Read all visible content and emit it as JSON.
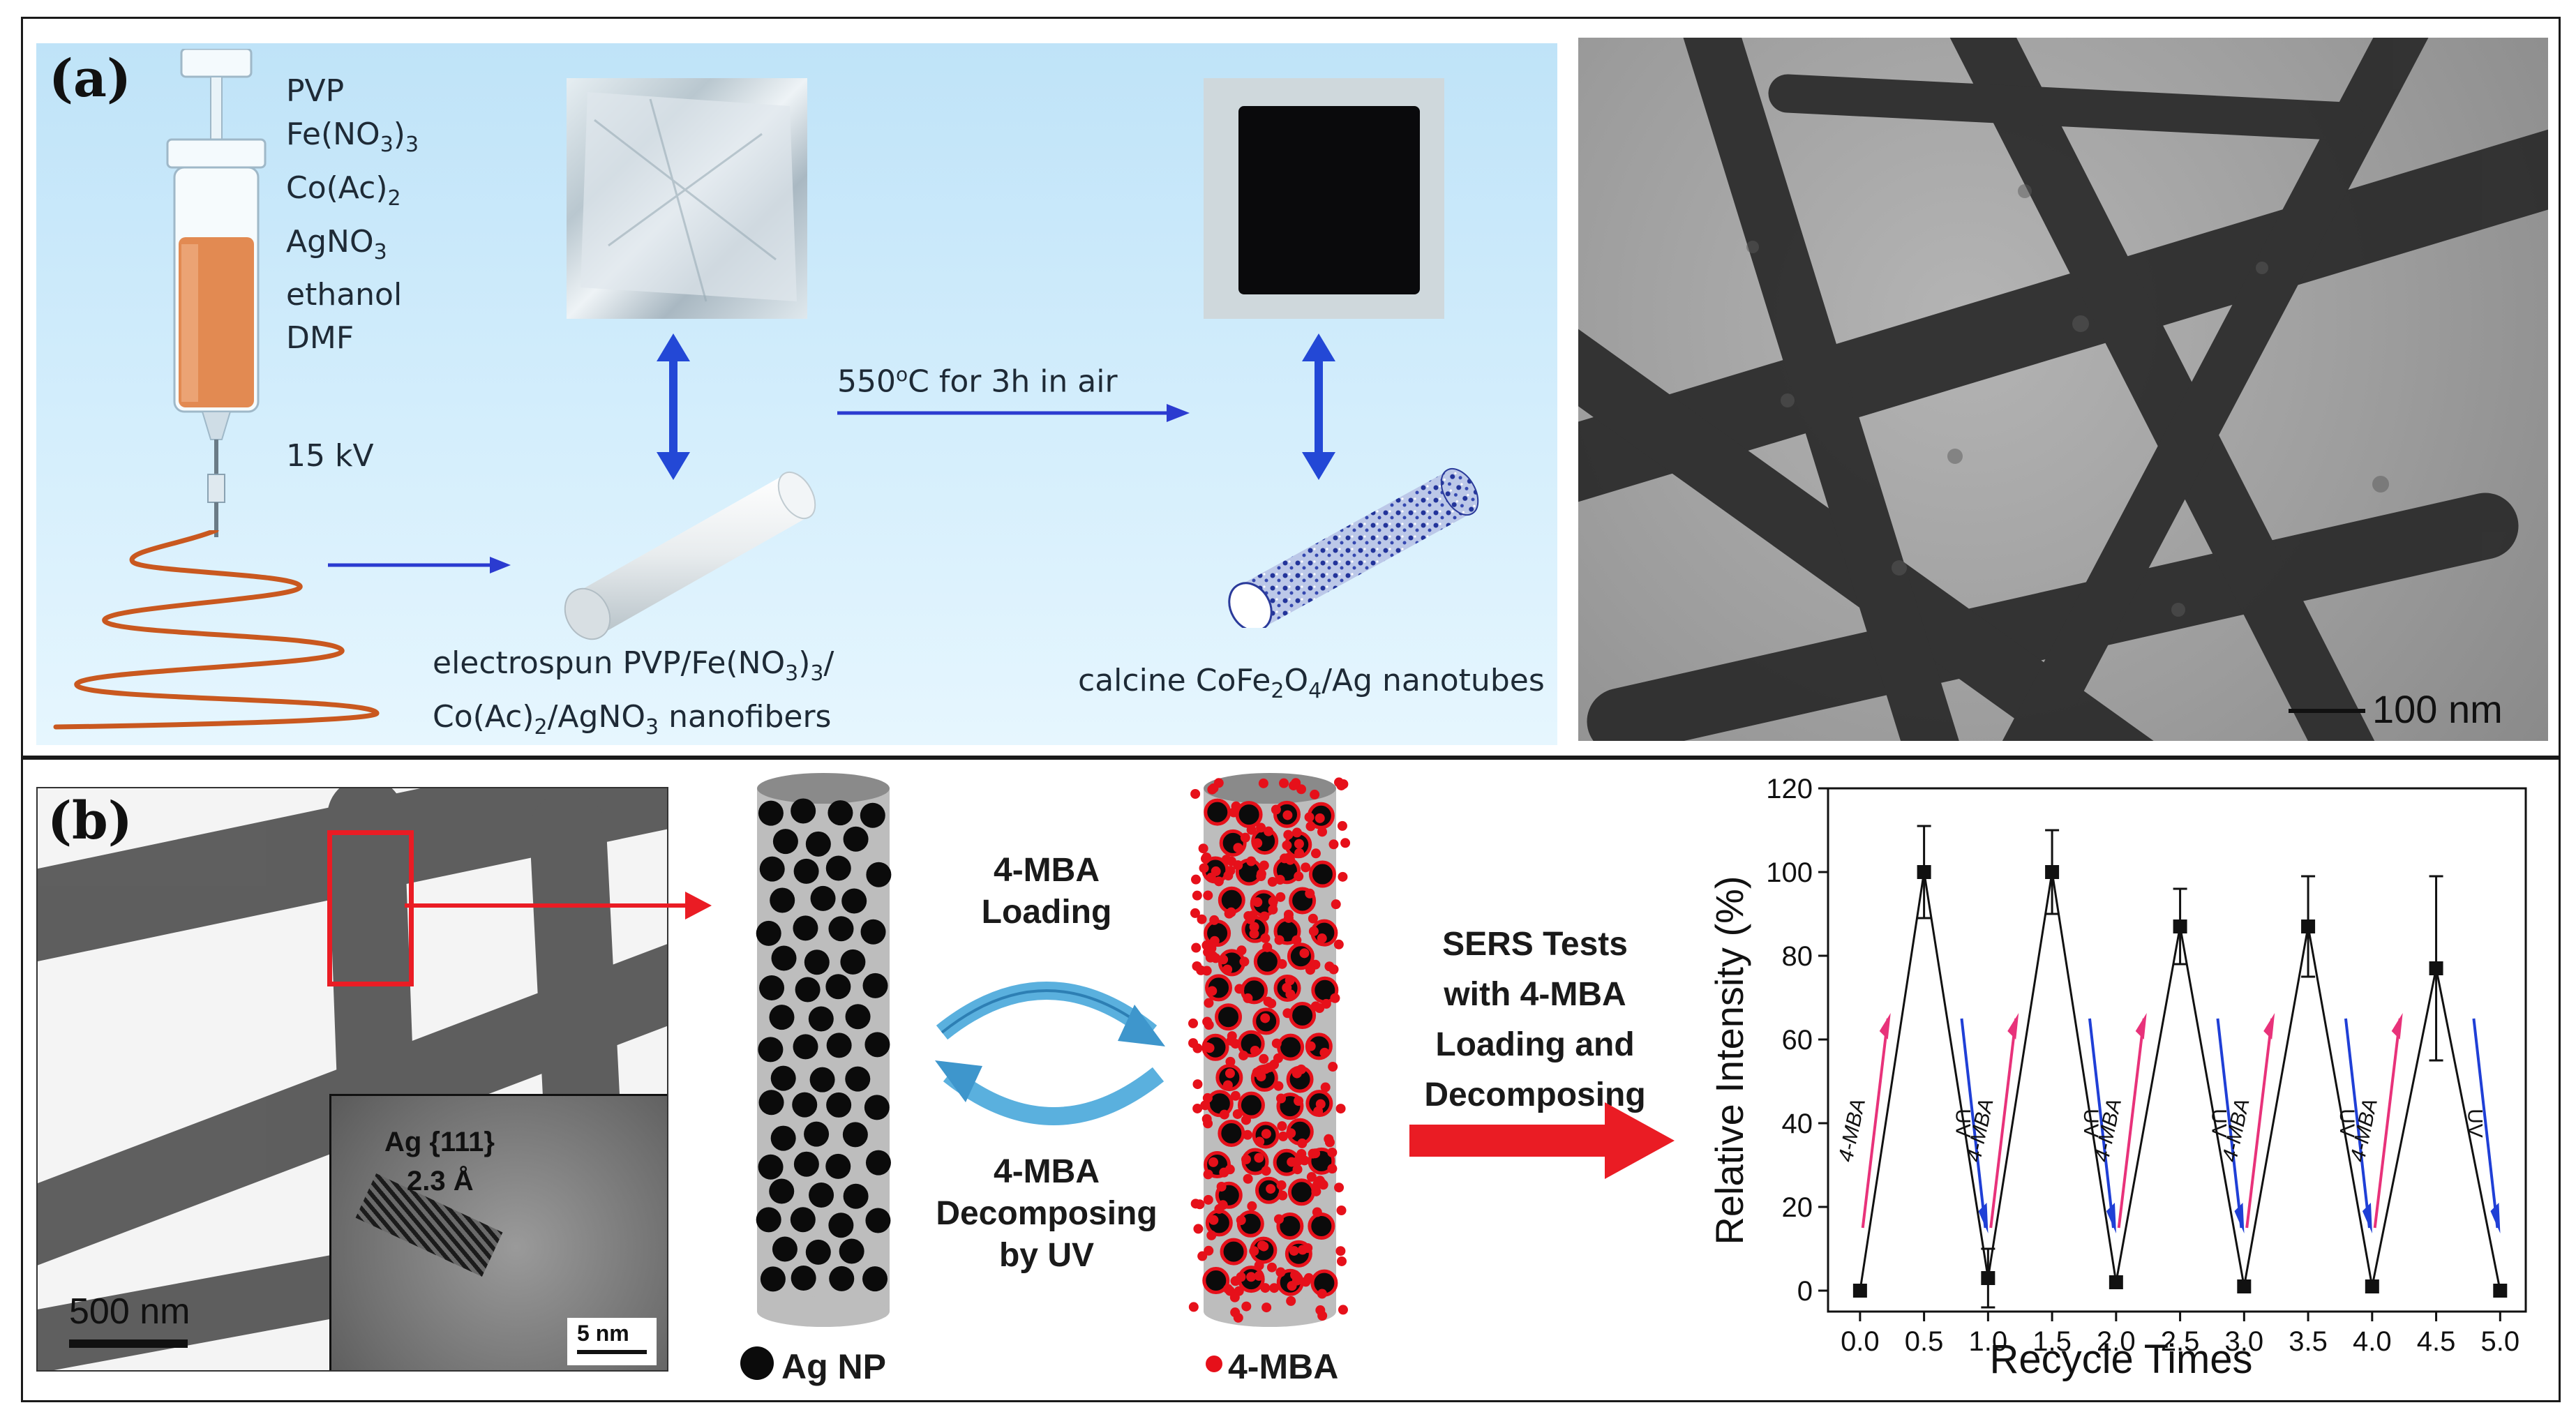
{
  "panel_a": {
    "letter": "(a)",
    "reagents": [
      "PVP",
      "Fe(NO3)3",
      "Co(Ac)2",
      "AgNO3",
      "ethanol",
      "DMF"
    ],
    "voltage": "15 kV",
    "calcination": "550oC for 3h in air",
    "fiber_caption_line1": "electrospun PVP/Fe(NO3)3/",
    "fiber_caption_line2": "Co(Ac)2/AgNO3 nanofibers",
    "nanotube_caption": "calcine CoFe2O4/Ag nanotubes",
    "tem_scale": "100 nm"
  },
  "panel_b": {
    "letter": "(b)",
    "tem_scale": "500 nm",
    "inset_label_line1": "Ag {111}",
    "inset_label_line2": "2.3 Å",
    "inset_scale": "5 nm",
    "loading_label_line1": "4-MBA",
    "loading_label_line2": "Loading",
    "decomposing_label_line1": "4-MBA",
    "decomposing_label_line2": "Decomposing",
    "decomposing_label_line3": "by UV",
    "legend_ag": "Ag NP",
    "legend_mba": "4-MBA",
    "sers_line1": "SERS Tests",
    "sers_line2": "with 4-MBA",
    "sers_line3": "Loading and",
    "sers_line4": "Decomposing"
  },
  "chart_data": {
    "type": "line",
    "xlabel": "Recycle Times",
    "ylabel": "Relative Intensity (%)",
    "xlim": [
      -0.25,
      5.2
    ],
    "ylim": [
      -5,
      120
    ],
    "x": [
      0.0,
      0.5,
      1.0,
      1.5,
      2.0,
      2.5,
      3.0,
      3.5,
      4.0,
      4.5,
      5.0
    ],
    "y": [
      0,
      100,
      3,
      100,
      2,
      87,
      1,
      87,
      1,
      77,
      0
    ],
    "error": [
      0,
      11,
      7,
      10,
      0,
      9,
      0,
      12,
      0,
      22,
      0
    ],
    "xticks": [
      "0.0",
      "0.5",
      "1.0",
      "1.5",
      "2.0",
      "2.5",
      "3.0",
      "3.5",
      "4.0",
      "4.5",
      "5.0"
    ],
    "yticks": [
      "0",
      "20",
      "40",
      "60",
      "80",
      "100",
      "120"
    ],
    "annotations": {
      "up": "4-MBA",
      "down": "UV"
    },
    "colors": {
      "line": "#111111",
      "up_arrow": "#e8327a",
      "down_arrow": "#1f3fd6"
    }
  }
}
